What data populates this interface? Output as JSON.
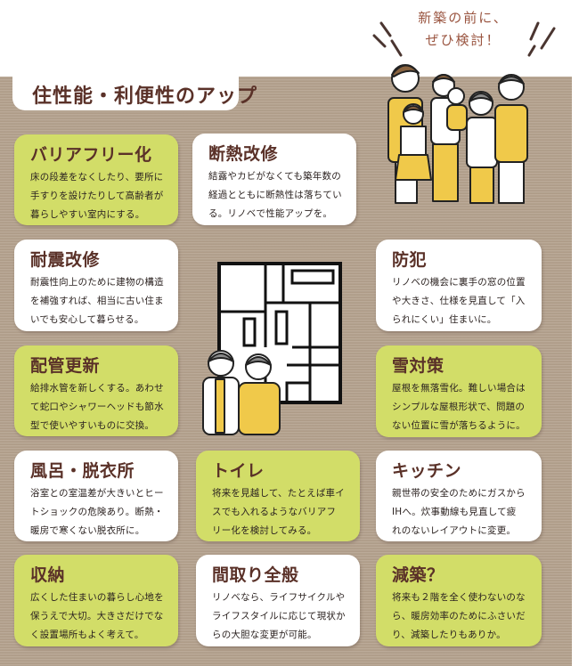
{
  "header": {
    "title": "住性能・利便性のアップ",
    "callout_line1": "新築の前に、",
    "callout_line2": "ぜひ検討！"
  },
  "colors": {
    "board": "#b3a08c",
    "card_green": "#d2dd68",
    "card_white": "#ffffff",
    "heading": "#5a3128",
    "callout": "#9a5540",
    "illustration_yellow": "#f0c94a"
  },
  "cards": [
    {
      "title": "バリアフリー化",
      "body": "床の段差をなくしたり、要所に\n手すりを設けたりして高齢者が\n暮らしやすい室内にする。",
      "style": "green"
    },
    {
      "title": "断熱改修",
      "body": "結露やカビがなくても築年数の\n経過とともに断熱性は落ちてい\nる。リノベで性能アップを。",
      "style": "white"
    },
    {
      "title": "耐震改修",
      "body": "耐震性向上のために建物の構造\nを補強すれば、相当に古い住ま\nいでも安心して暮らせる。",
      "style": "white"
    },
    {
      "title": "防犯",
      "body": "リノベの機会に裏手の窓の位置\nや大きさ、仕様を見直して「入\nられにくい」住まいに。",
      "style": "white"
    },
    {
      "title": "配管更新",
      "body": "給排水管を新しくする。あわせ\nて蛇口やシャワーヘッドも節水\n型で使いやすいものに交換。",
      "style": "green"
    },
    {
      "title": "雪対策",
      "body": "屋根を無落雪化。難しい場合は\nシンプルな屋根形状で、問題の\nない位置に雪が落ちるように。",
      "style": "green"
    },
    {
      "title": "風呂・脱衣所",
      "body": "浴室との室温差が大きいとヒー\nトショックの危険あり。断熱・\n暖房で寒くない脱衣所に。",
      "style": "white"
    },
    {
      "title": "トイレ",
      "body": "将来を見越して、たとえば車イ\nスでも入れるようなバリアフ\nリー化を検討してみる。",
      "style": "green"
    },
    {
      "title": "キッチン",
      "body": "親世帯の安全のためにガスから\nIHへ。炊事動線も見直して疲\nれのないレイアウトに変更。",
      "style": "white"
    },
    {
      "title": "収納",
      "body": "広くした住まいの暮らし心地を\n保うえで大切。大きさだけでな\nく設置場所もよく考えて。",
      "style": "green"
    },
    {
      "title": "間取り全般",
      "body": "リノベなら、ライフサイクルや\nライフスタイルに応じて現状か\nらの大胆な変更が可能。",
      "style": "white"
    },
    {
      "title": "減築？",
      "body": "将来も２階を全く使わないのな\nら、暖房効率のためにふさいだ\nり、減築したりもありか。",
      "style": "green"
    }
  ]
}
